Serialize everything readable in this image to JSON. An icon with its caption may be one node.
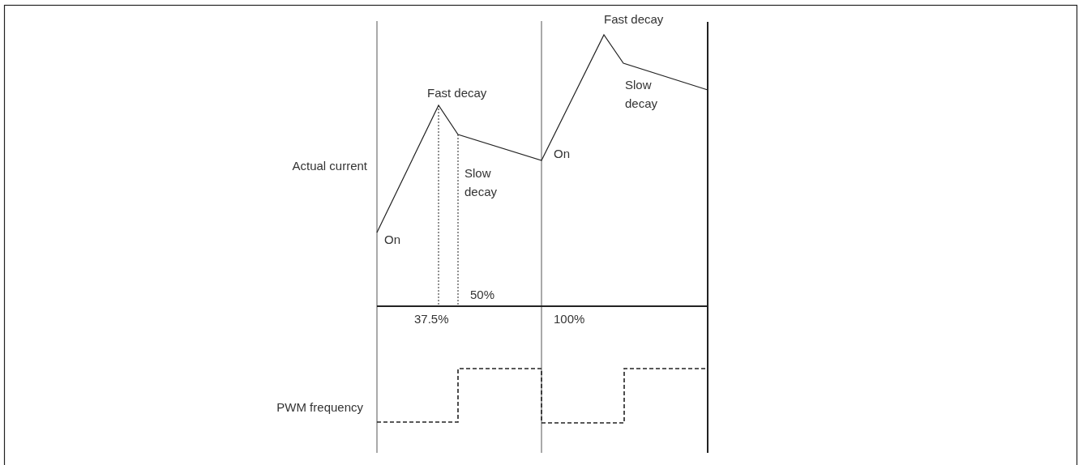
{
  "diagram": {
    "labels": [
      "Fast decay",
      "Fast decay",
      "Slow decay",
      "On",
      "Actual current",
      "Slow decay",
      "On",
      "50%",
      "37.5%",
      "100%",
      "PWM frequency"
    ]
  }
}
